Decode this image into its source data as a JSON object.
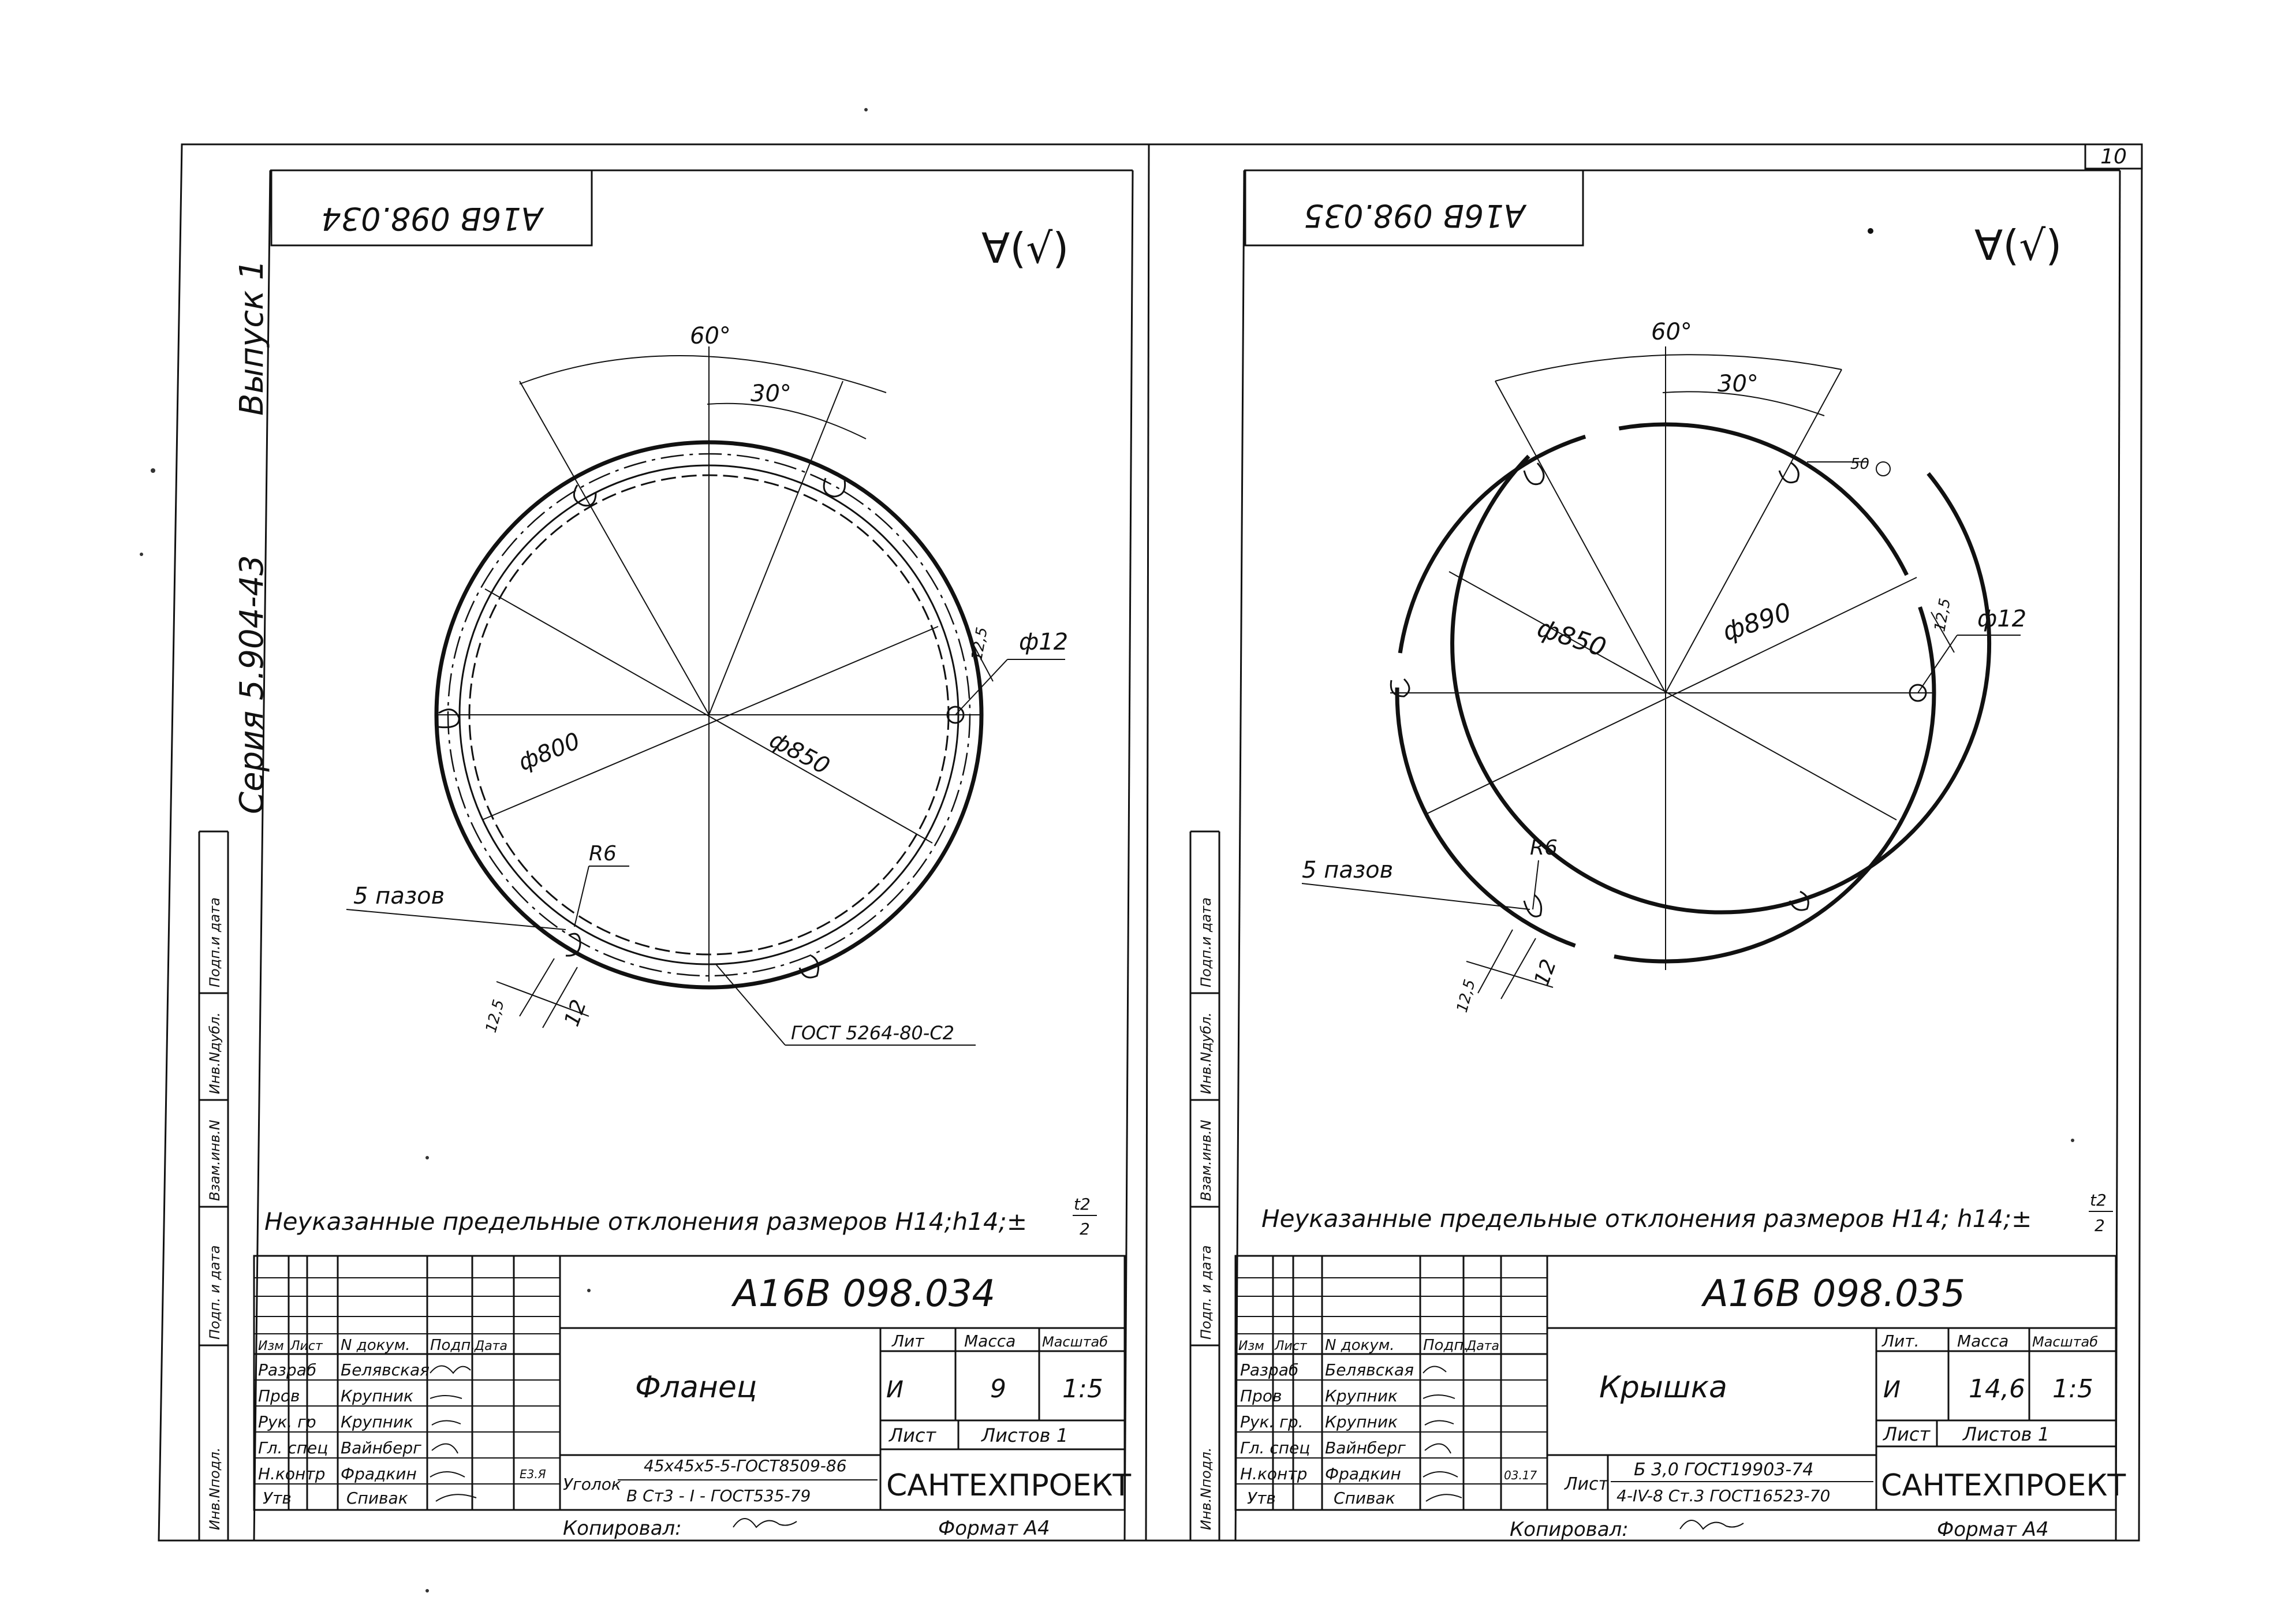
{
  "page_number": "10",
  "series": {
    "vypusk": "Выпуск 1",
    "seriya": "Серия 5.904-43"
  },
  "side_labels": [
    "Инв.Nподл.",
    "Подп. и дата",
    "Взам.инв.N",
    "Инв.Nдубл.",
    "Подп.и дата"
  ],
  "left_sheet": {
    "code_rotated": "A16B 098.034",
    "roughness": "∀(√)",
    "dims": {
      "angle_60": "60°",
      "angle_30": "30°",
      "d_inner": "ф800",
      "d_outer": "ф850",
      "hole": "ф12",
      "hole_offset": "12,5",
      "radius": "R6",
      "slots": "5 пазов",
      "slot_offset": "12,5",
      "slot_width": "12",
      "weld": "ГОСТ 5264-80-С2"
    },
    "tolerance_note": "Неуказанные предельные отклонения размеров Н14;h14;±",
    "tolerance_frac_num": "t2",
    "tolerance_frac_den": "2",
    "title_block": {
      "designation": "A16B 098.034",
      "name": "Фланец",
      "lit_header": "Лит",
      "mass_header": "Масса",
      "scale_header": "Масштаб",
      "lit": "И",
      "mass": "9",
      "scale": "1:5",
      "sheet_label": "Лист",
      "sheets_label": "Листов 1",
      "org": "САНТЕХПРОЕКТ",
      "material_label": "Уголок",
      "material_top": "45х45х5-5-ГОСТ8509-86",
      "material_bottom": "В Ст3 - I - ГОСТ535-79",
      "col_headers": [
        "Изм",
        "Лист",
        "N докум.",
        "Подп.",
        "Дата"
      ],
      "roles": [
        "Разраб",
        "Пров",
        "Рук. гр",
        "Гл. спец",
        "Н.контр",
        "Утв"
      ],
      "people": [
        "Белявская",
        "Крупник",
        "Крупник",
        "Вайнберг",
        "Фрадкин",
        "Спивак"
      ],
      "date_mark": "Е3.Я"
    },
    "copied_by": "Копировал:",
    "format": "Формат А4"
  },
  "right_sheet": {
    "code_rotated": "A16B 098.035",
    "roughness": "∀(√)",
    "dims": {
      "angle_60": "60°",
      "angle_30": "30°",
      "d_outer": "ф850",
      "d_inner": "ф890",
      "hole": "ф12",
      "hole_offset": "12,5",
      "radius": "R6",
      "slots": "5 пазов",
      "slot_offset": "12,5",
      "slot_width": "12",
      "weld_symbol": "50"
    },
    "tolerance_note": "Неуказанные предельные отклонения размеров Н14; h14;±",
    "tolerance_frac_num": "t2",
    "tolerance_frac_den": "2",
    "title_block": {
      "designation": "A16B 098.035",
      "name": "Крышка",
      "lit_header": "Лит.",
      "mass_header": "Масса",
      "scale_header": "Масштаб",
      "lit": "И",
      "mass": "14,6",
      "scale": "1:5",
      "sheet_label": "Лист",
      "sheets_label": "Листов 1",
      "org": "САНТЕХПРОЕКТ",
      "material_label": "Лист",
      "material_top": "Б 3,0 ГОСТ19903-74",
      "material_bottom": "4-IV-8 Ст.3 ГОСТ16523-70",
      "col_headers": [
        "Изм",
        "Лист",
        "N докум.",
        "Подп.",
        "Дата"
      ],
      "roles": [
        "Разраб",
        "Пров",
        "Рук. гр.",
        "Гл. спец",
        "Н.контр",
        "Утв"
      ],
      "people": [
        "Белявская",
        "Крупник",
        "Крупник",
        "Вайнберг",
        "Фрадкин",
        "Спивак"
      ],
      "date_mark": "03.17"
    },
    "copied_by": "Копировал:",
    "format": "Формат А4"
  }
}
